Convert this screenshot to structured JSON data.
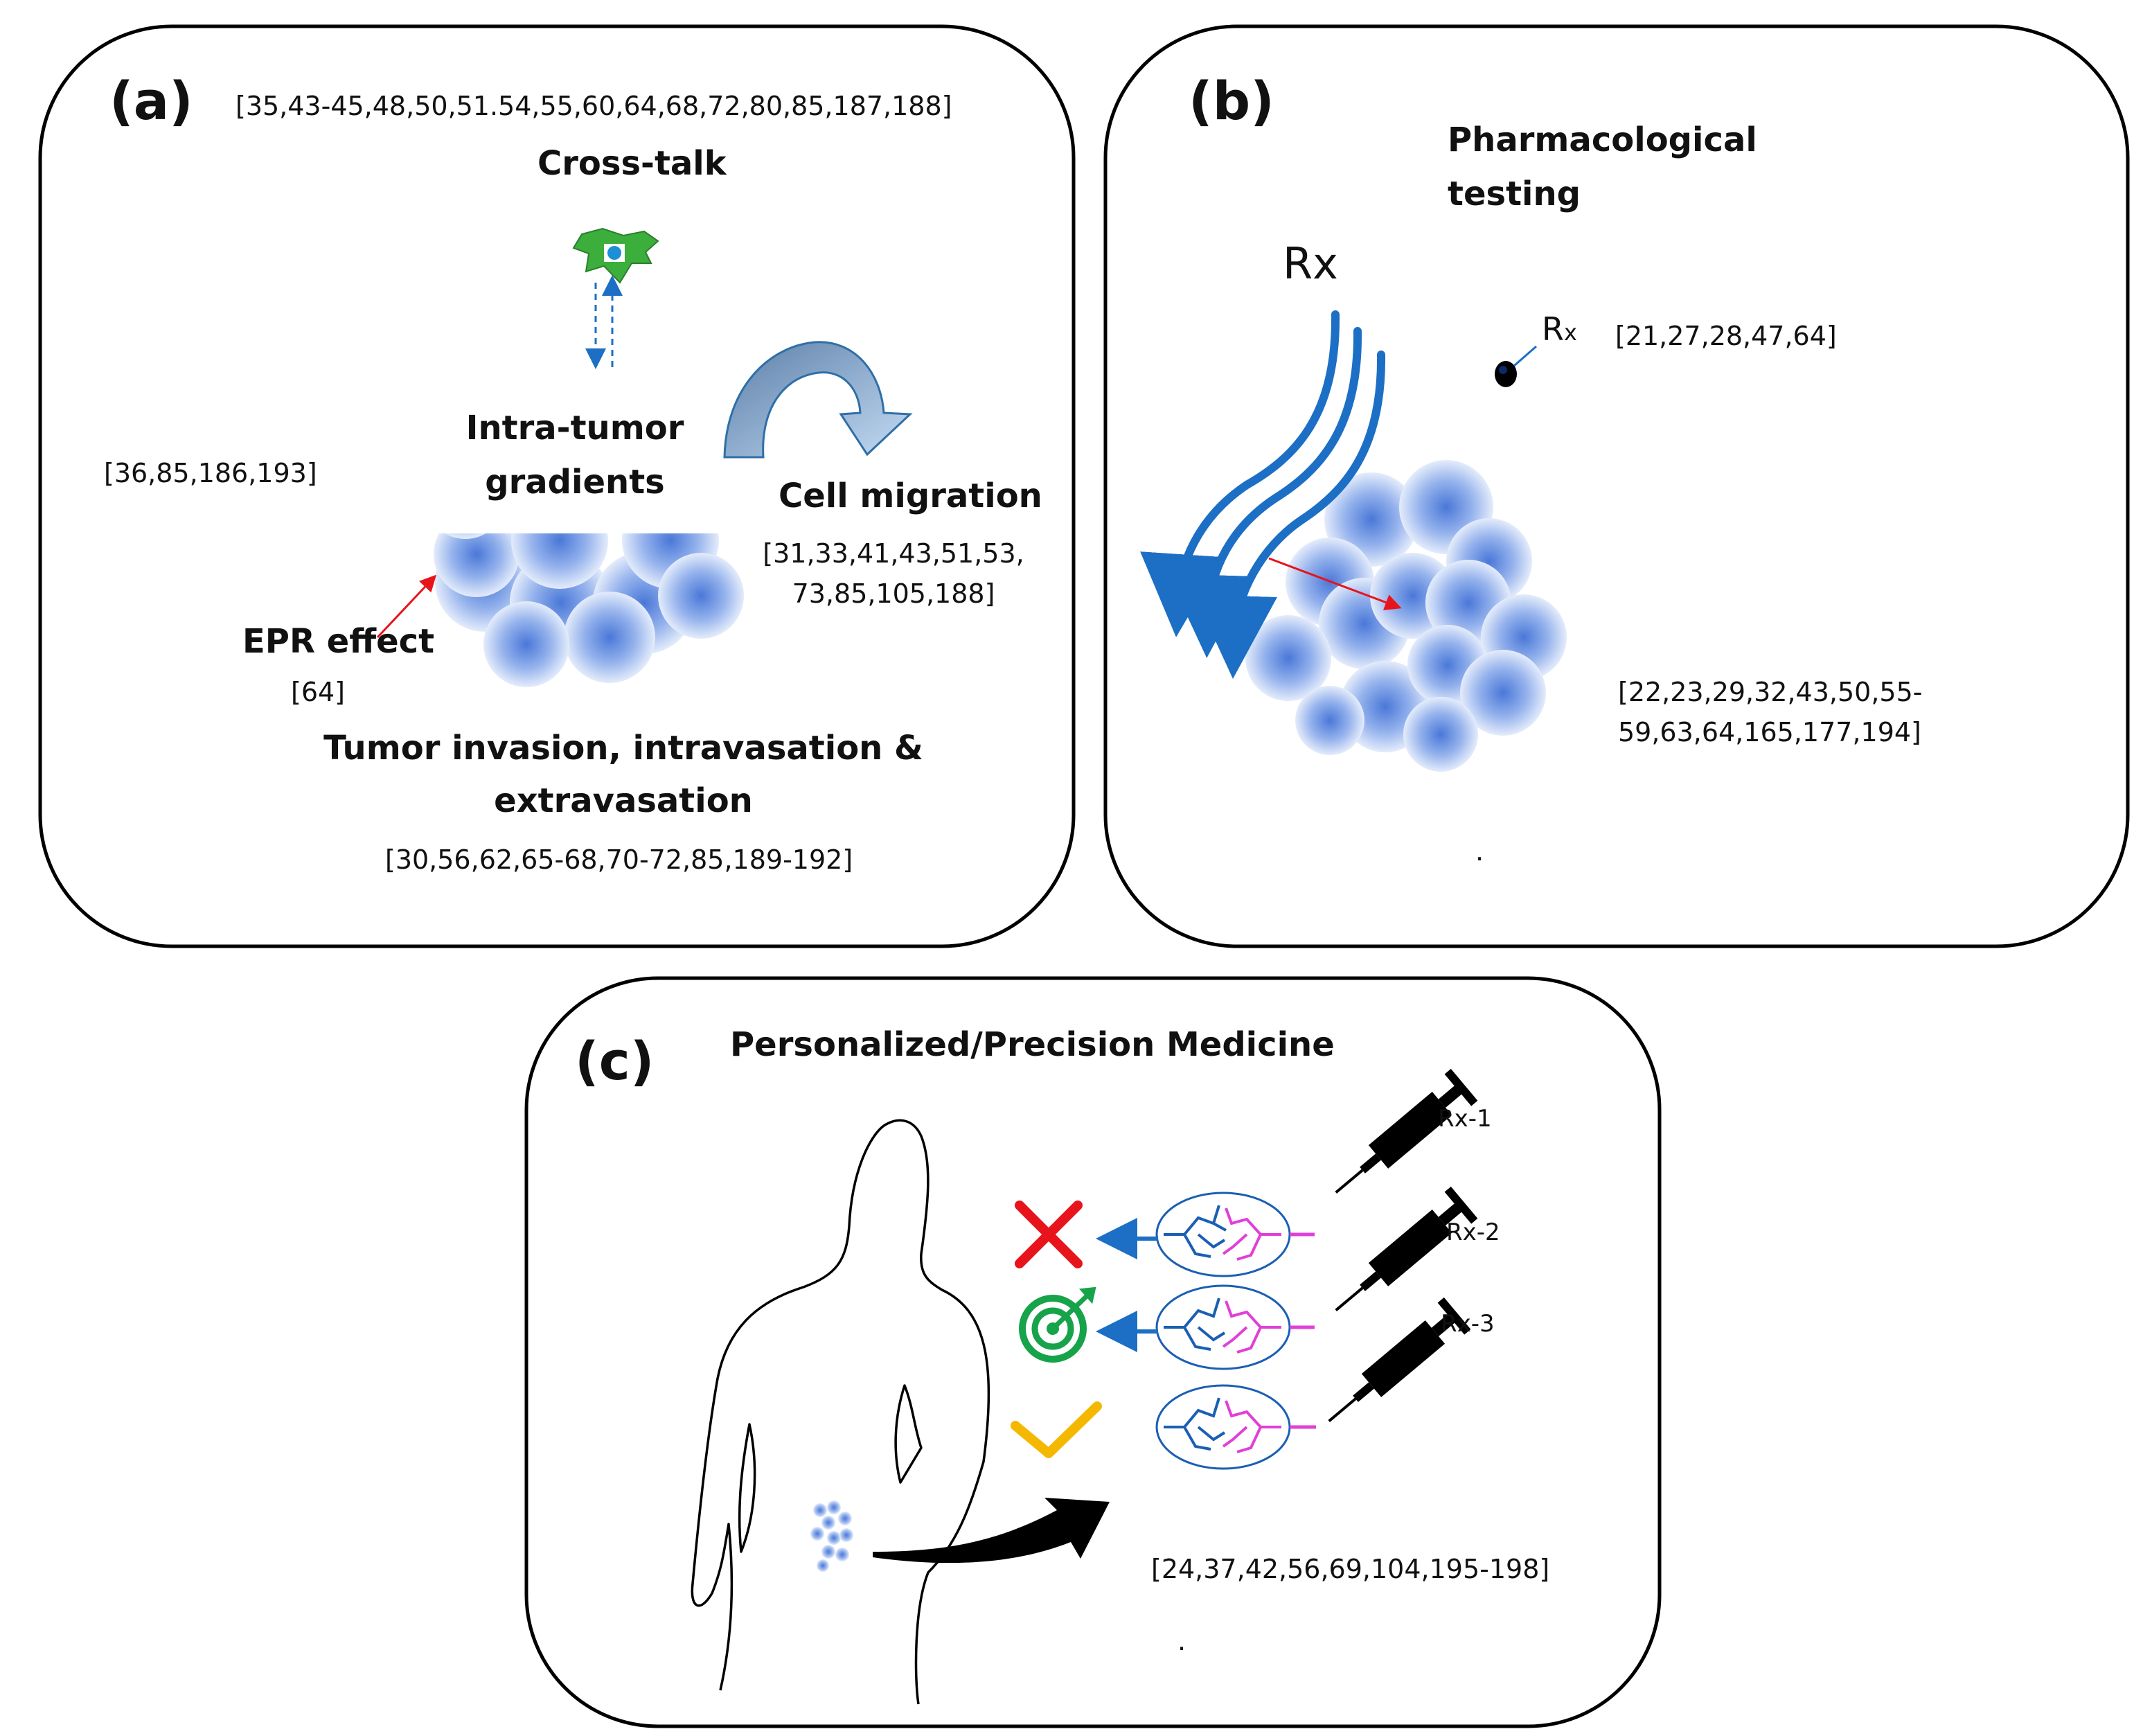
{
  "panel_a": {
    "label": "(a)",
    "refs_top": "[35,43-45,48,50,51.54,55,60,64,68,72,80,85,187,188]",
    "cross_talk": "Cross-talk",
    "gradients_line1": "Intra-tumor",
    "gradients_line2": "gradients",
    "refs_gradients": "[36,85,186,193]",
    "cell_migration": "Cell migration",
    "refs_migration_line1": "[31,33,41,43,51,53,",
    "refs_migration_line2": "73,85,105,188]",
    "epr_effect": "EPR effect",
    "refs_epr": "[64]",
    "invasion_line1": "Tumor invasion, intravasation &",
    "invasion_line2": "extravasation",
    "refs_invasion": "[30,56,62,65-68,70-72,85,189-192]"
  },
  "panel_b": {
    "label": "(b)",
    "title_line1": "Pharmacological",
    "title_line2": "testing",
    "rx_large": "Rx",
    "rx_small_R": "R",
    "rx_small_x": "x",
    "refs_rx": "[21,27,28,47,64]",
    "refs_bottom_line1": "[22,23,29,32,43,50,55-",
    "refs_bottom_line2": "59,63,64,165,177,194]",
    "dot": "."
  },
  "panel_c": {
    "label": "(c)",
    "title": "Personalized/Precision Medicine",
    "rx1": "Rx-1",
    "rx2": "Rx-2",
    "rx3": "Rx-3",
    "refs": "[24,37,42,56,69,104,195-198]",
    "dot": "."
  },
  "colors": {
    "sphere_blue": "#4a78d8",
    "arrow_blue": "#1c6fc4",
    "cell_green": "#3cae3c",
    "cross_red": "#e8141c",
    "target_green": "#16a34a",
    "check_gold": "#f5b800",
    "vessel_pink": "#e040d8",
    "vessel_blue": "#1a5fb4"
  },
  "icons": [
    "cell-icon",
    "curved-arrow-icon",
    "syringe-icon",
    "cross-icon",
    "target-icon",
    "checkmark-icon",
    "woman-silhouette-icon",
    "organoid-icon"
  ]
}
